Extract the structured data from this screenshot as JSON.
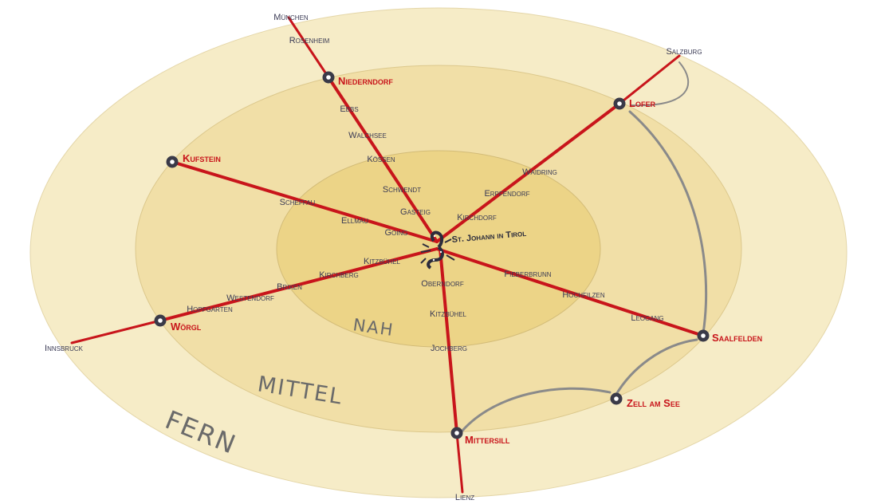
{
  "zones": {
    "outer": "FERN",
    "middle": "MITTEL",
    "inner": "NAH"
  },
  "center": {
    "label": "St. Johann in Tirol"
  },
  "hubs": {
    "niederndorf": "Niederndorf",
    "kufstein": "Kufstein",
    "woergl": "Wörgl",
    "lofer": "Lofer",
    "saalfelden": "Saalfelden",
    "zell": "Zell am See",
    "mittersill": "Mittersill"
  },
  "towns": {
    "muenchen": "München",
    "rosenheim": "Rosenheim",
    "ebbs": "Ebbs",
    "walchsee": "Walchsee",
    "koessen": "Kössen",
    "schwendt": "Schwendt",
    "gasteig": "Gasteig",
    "salzburg": "Salzburg",
    "waidring": "Waidring",
    "erpfendorf": "Erpfendorf",
    "kirchdorf": "Kirchdorf",
    "scheffau": "Scheffau",
    "ellmau": "Ellmau",
    "going": "Going",
    "kitzbuehel_w": "Kitzbühel",
    "kirchberg": "Kirchberg",
    "brixen": "Brixen",
    "westendorf": "Westendorf",
    "hopfgarten": "Hopfgarten",
    "innsbruck": "Innsbruck",
    "oberndorf": "Oberndorf",
    "kitzbuehel_s": "Kitzbühel",
    "jochberg": "Jochberg",
    "lienz": "Lienz",
    "fieberbrunn": "Fieberbrunn",
    "hochfilzen": "Hochfilzen",
    "leogang": "Leogang"
  },
  "colors": {
    "outer_ring": "#f6ecc7",
    "middle_ring": "#f1dfa7",
    "inner_ring": "#ecd487",
    "road": "#c8151b",
    "connector": "#8a8a8a"
  }
}
